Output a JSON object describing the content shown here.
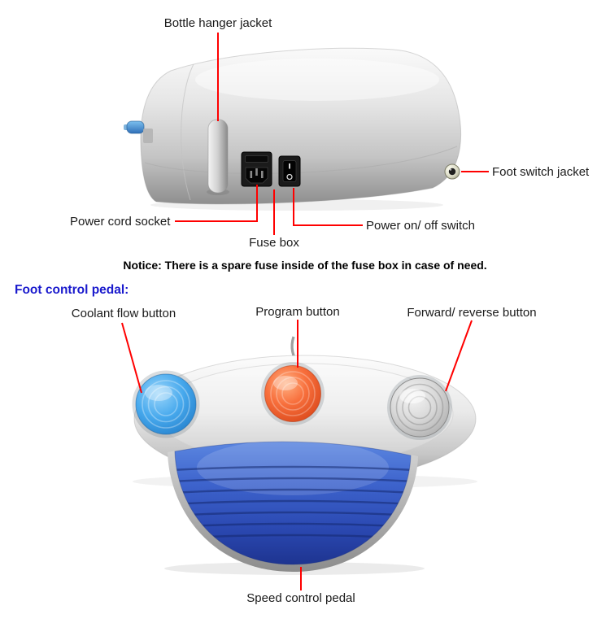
{
  "colors": {
    "background": "#ffffff",
    "leader_line": "#ff0000",
    "label_text": "#1a1a1a",
    "notice_text": "#000000",
    "section_heading_blue": "#1a1acd",
    "device_silver": "#d6d6d6",
    "pedal_blue": "#2b49b2",
    "coolant_button_blue": "#2f96e0",
    "program_button_orange": "#ef5a2a",
    "forward_button_gray": "#c7c7c7"
  },
  "unit_diagram": {
    "labels": {
      "bottle_hanger": "Bottle hanger jacket",
      "foot_switch_jacket": "Foot switch jacket",
      "power_cord_socket": "Power cord socket",
      "fuse_box": "Fuse box",
      "power_switch": "Power on/ off switch"
    },
    "notice": "Notice: There is a spare fuse inside of the fuse box in case of need."
  },
  "pedal_diagram": {
    "heading": "Foot control pedal:",
    "labels": {
      "coolant_flow": "Coolant flow button",
      "program": "Program button",
      "forward_reverse": "Forward/ reverse button",
      "speed_pedal": "Speed control pedal"
    }
  }
}
